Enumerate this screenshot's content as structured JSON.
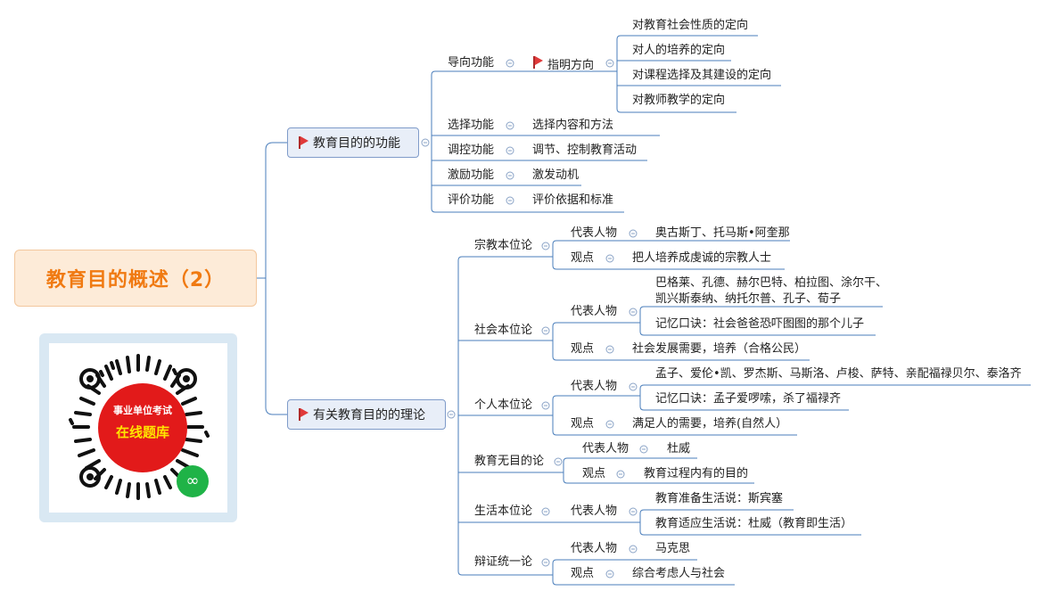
{
  "root": {
    "title": "教育目的概述（2）"
  },
  "functions": {
    "label": "教育目的的功能",
    "orient": {
      "label": "导向功能",
      "sub": "指明方向",
      "items": [
        "对教育社会性质的定向",
        "对人的培养的定向",
        "对课程选择及其建设的定向",
        "对教师教学的定向"
      ]
    },
    "others": [
      {
        "label": "选择功能",
        "value": "选择内容和方法"
      },
      {
        "label": "调控功能",
        "value": "调节、控制教育活动"
      },
      {
        "label": "激励功能",
        "value": "激发动机"
      },
      {
        "label": "评价功能",
        "value": "评价依据和标准"
      }
    ]
  },
  "theories": {
    "label": "有关教育目的的理论",
    "religion": {
      "label": "宗教本位论",
      "rep_label": "代表人物",
      "rep": "奥古斯丁、托马斯•阿奎那",
      "view_label": "观点",
      "view": "把人培养成虔诚的宗教人士"
    },
    "society": {
      "label": "社会本位论",
      "rep_label": "代表人物",
      "rep1": "巴格莱、孔德、赫尔巴特、柏拉图、涂尔干、",
      "rep2": "凯兴斯泰纳、纳托尔普、孔子、荀子",
      "memo": "记忆口诀：社会爸爸恐吓图图的那个儿子",
      "view_label": "观点",
      "view": "社会发展需要，培养（合格公民）"
    },
    "individual": {
      "label": "个人本位论",
      "rep_label": "代表人物",
      "rep": "孟子、爱伦•凯、罗杰斯、马斯洛、卢梭、萨特、亲配福禄贝尔、泰洛齐",
      "memo": "记忆口诀：孟子爱啰嗦，杀了福禄齐",
      "view_label": "观点",
      "view": "满足人的需要，培养(自然人）"
    },
    "noaim": {
      "label": "教育无目的论",
      "rep_label": "代表人物",
      "rep": "杜威",
      "view_label": "观点",
      "view": "教育过程内有的目的"
    },
    "life": {
      "label": "生活本位论",
      "rep_label": "代表人物",
      "rep1": "教育准备生活说：斯宾塞",
      "rep2": "教育适应生活说：杜威（教育即生活）"
    },
    "dialectic": {
      "label": "辩证统一论",
      "rep_label": "代表人物",
      "rep": "马克思",
      "view_label": "观点",
      "view": "综合考虑人与社会"
    }
  },
  "qr": {
    "line1": "事业单位考试",
    "line2": "在线题库"
  },
  "colors": {
    "line": "#4a7ebb",
    "accent": "#f07a12",
    "flag": "#e03a3a"
  }
}
